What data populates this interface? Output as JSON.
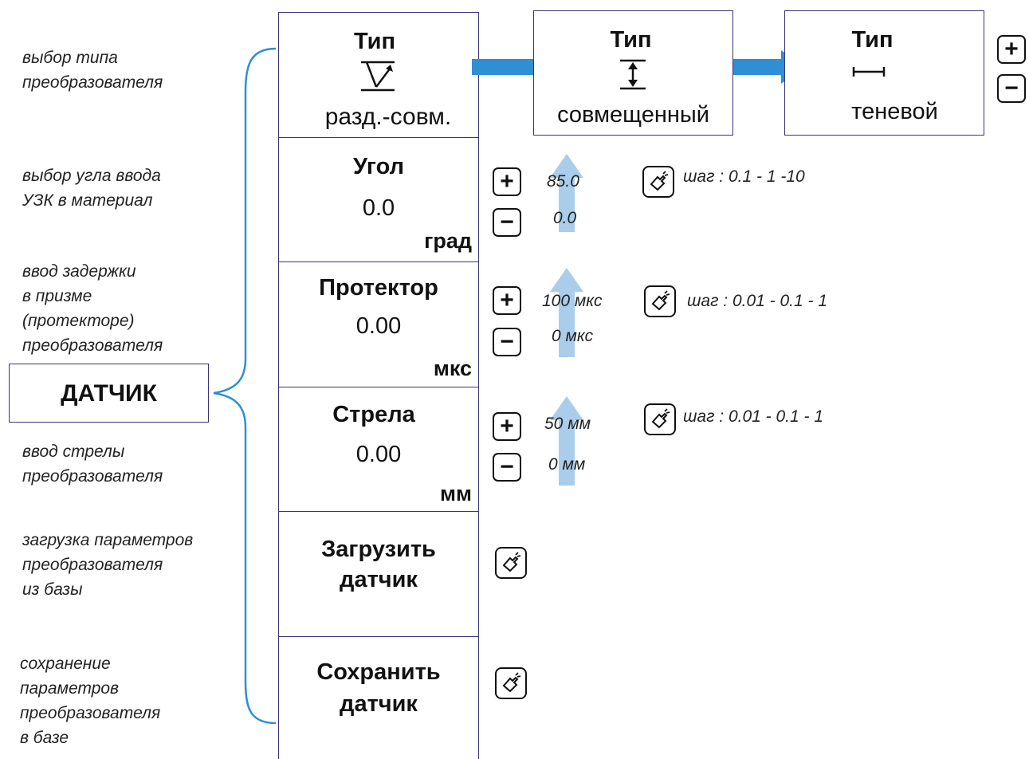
{
  "descriptions": {
    "type": "выбор типа\nпреобразователя",
    "angle": "выбор угла ввода\nУЗК в материал",
    "delay": "ввод задержки\nв призме\n(протекторе)\nпреобразователя",
    "arrow": "ввод стрелы\nпреобразователя",
    "load": "загрузка параметров\nпреобразователя\nиз базы",
    "save": "сохранение\nпараметров\nпреобразователя\nв базе"
  },
  "group_label": "ДАТЧИК",
  "type_cards": [
    {
      "title": "Тип",
      "value": "разд.-совм.",
      "icon": "dual-element-probe-icon"
    },
    {
      "title": "Тип",
      "value": "совмещенный",
      "icon": "single-element-probe-icon"
    },
    {
      "title": "Тип",
      "value": "теневой",
      "icon": "through-transmission-probe-icon"
    }
  ],
  "params": {
    "angle": {
      "title": "Угол",
      "value": "0.0",
      "unit": "град",
      "max": "85.0",
      "min": "0.0",
      "step": "шаг : 0.1 - 1 -10"
    },
    "delay": {
      "title": "Протектор",
      "value": "0.00",
      "unit": "мкс",
      "max": "100 мкс",
      "min": "0 мкс",
      "step": "шаг : 0.01 - 0.1 - 1"
    },
    "arrow": {
      "title": "Стрела",
      "value": "0.00",
      "unit": "мм",
      "max": "50 мм",
      "min": "0 мм",
      "step": "шаг : 0.01 - 0.1 - 1"
    }
  },
  "actions": {
    "load": "Загрузить\nдатчик",
    "save": "Сохранить\nдатчик"
  },
  "buttons": {
    "plus": "+",
    "minus": "−"
  },
  "colors": {
    "accent": "#2e8fd4",
    "light_arrow": "#a9cdea",
    "border": "#3a3478"
  }
}
